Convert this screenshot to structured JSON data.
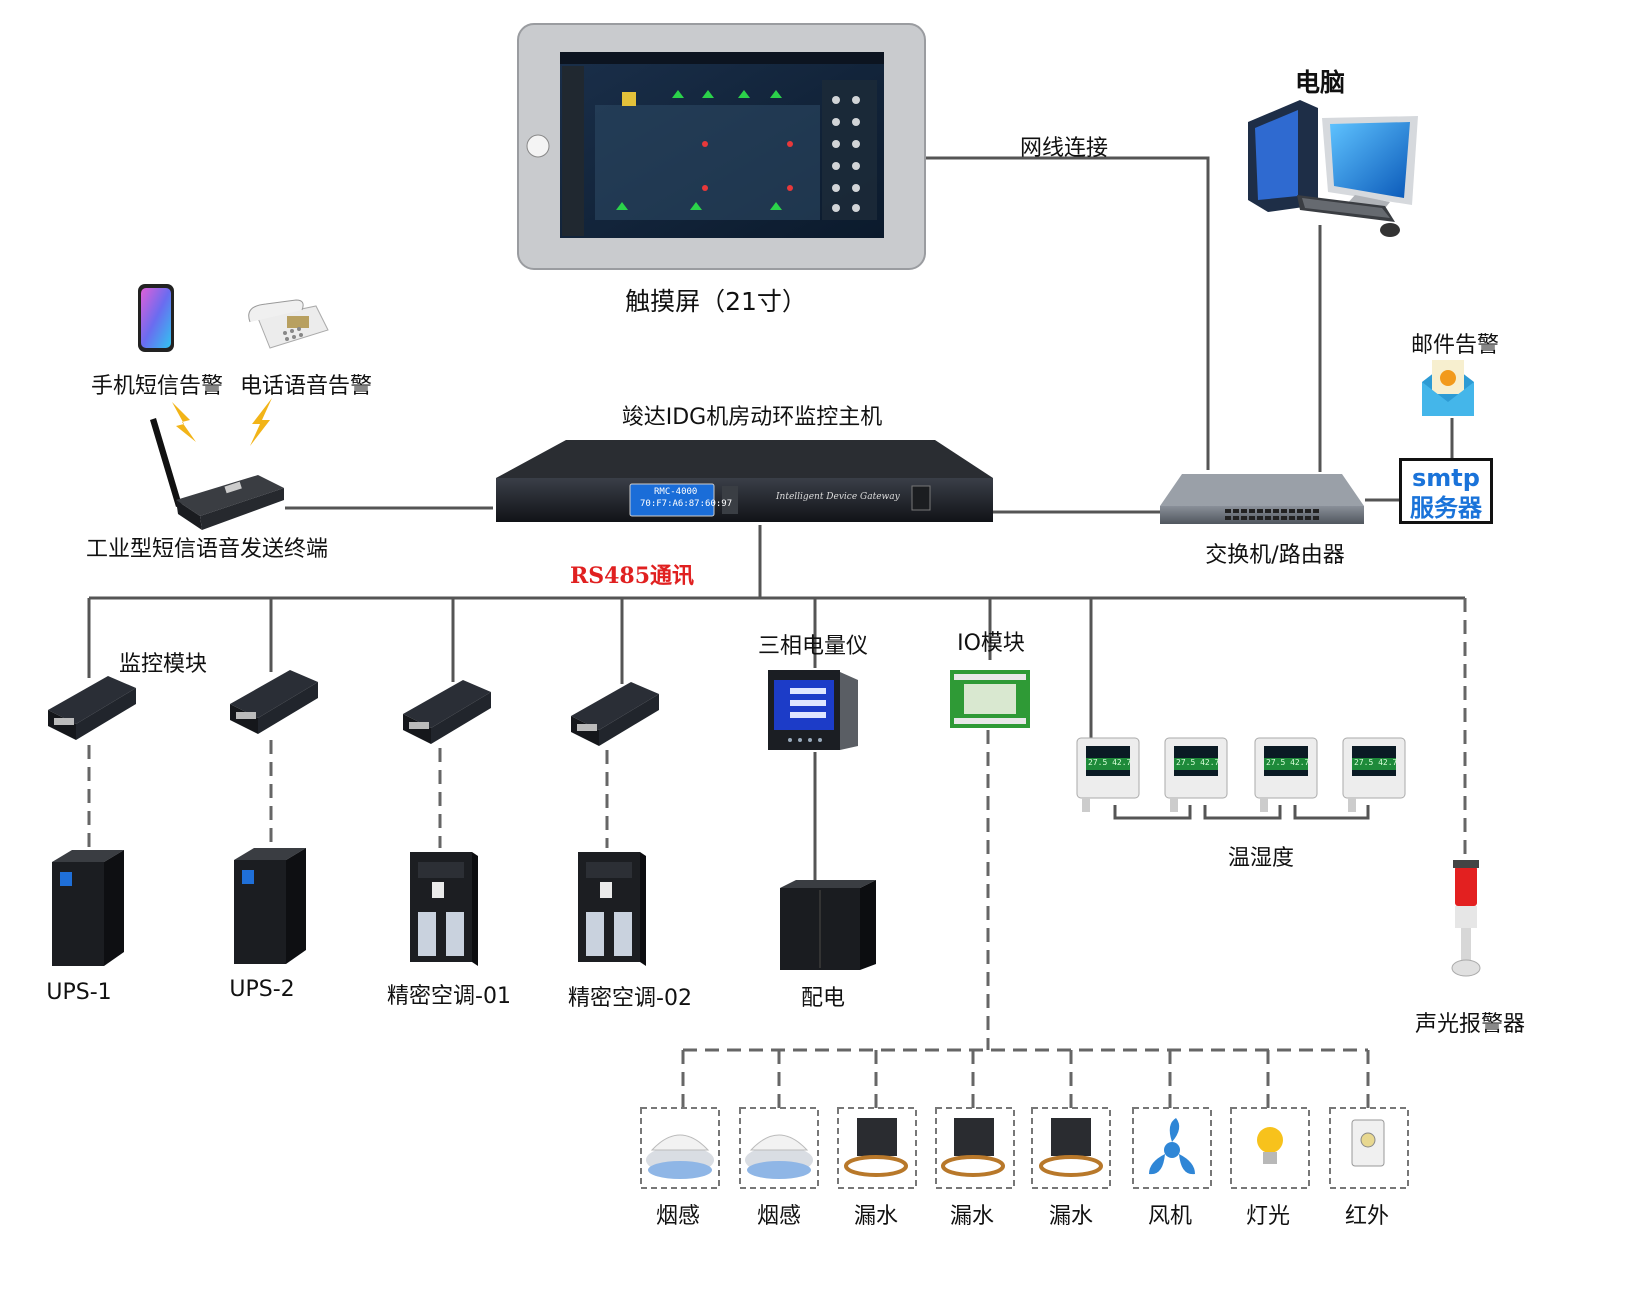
{
  "title_host": "竣达IDG机房动环监控主机",
  "touchscreen": "触摸屏（21寸）",
  "network_link": "网线连接",
  "computer": "电脑",
  "email_alarm": "邮件告警",
  "smtp_line1": "smtp",
  "smtp_line2": "服务器",
  "switch_router": "交换机/路由器",
  "sms_alarm": "手机短信告警",
  "phone_alarm": "电话语音告警",
  "sms_terminal": "工业型短信语音发送终端",
  "rs485": "RS485通讯",
  "monitor_module": "监控模块",
  "power_meter": "三相电量仪",
  "io_module": "IO模块",
  "temp_humidity": "温湿度",
  "sound_light_alarm": "声光报警器",
  "devices": {
    "ups1": "UPS-1",
    "ups2": "UPS-2",
    "ac1": "精密空调-01",
    "ac2": "精密空调-02",
    "power_dist": "配电"
  },
  "sensors": [
    "烟感",
    "烟感",
    "漏水",
    "漏水",
    "漏水",
    "风机",
    "灯光",
    "红外"
  ],
  "host_panel": {
    "lcd_line1": "RMC-4000",
    "lcd_line2": "70:F7:A6:87:60:97",
    "brand": "Intelligent Device Gateway"
  },
  "th_display": "27.5  42.7",
  "colors": {
    "accent_red": "#e02020",
    "smtp_blue": "#1a73d9",
    "line": "#555555"
  }
}
